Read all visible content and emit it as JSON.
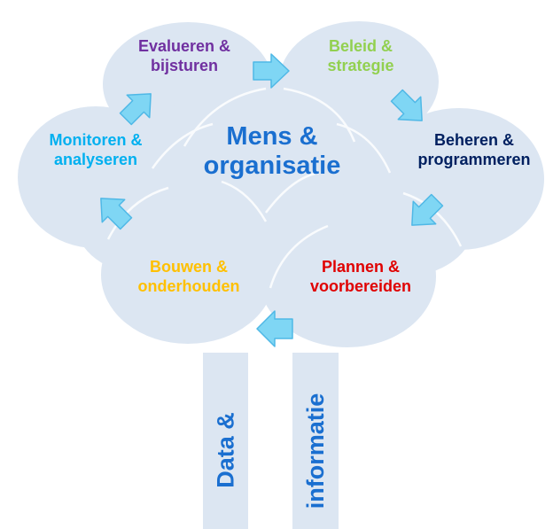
{
  "diagram": {
    "center": {
      "line1": "Mens &",
      "line2": "organisatie",
      "color": "#1a6fd0"
    },
    "nodes": {
      "evalueren": {
        "line1": "Evalueren &",
        "line2": "bijsturen",
        "color": "#7030a0"
      },
      "beleid": {
        "line1": "Beleid &",
        "line2": "strategie",
        "color": "#92d050"
      },
      "beheren": {
        "line1": "Beheren &",
        "line2": "programmeren",
        "color": "#002060"
      },
      "plannen": {
        "line1": "Plannen &",
        "line2": "voorbereiden",
        "color": "#e00000"
      },
      "bouwen": {
        "line1": "Bouwen &",
        "line2": "onderhouden",
        "color": "#ffc000"
      },
      "monitoren": {
        "line1": "Monitoren &",
        "line2": "analyseren",
        "color": "#00b0f0"
      }
    },
    "trunk": {
      "left": "Data &",
      "right": "informatie",
      "color": "#1a6fd0"
    },
    "colors": {
      "cloud": "#dce6f2",
      "arrow": "#7fd6f4",
      "arrow_edge": "#4fb8e6"
    }
  }
}
